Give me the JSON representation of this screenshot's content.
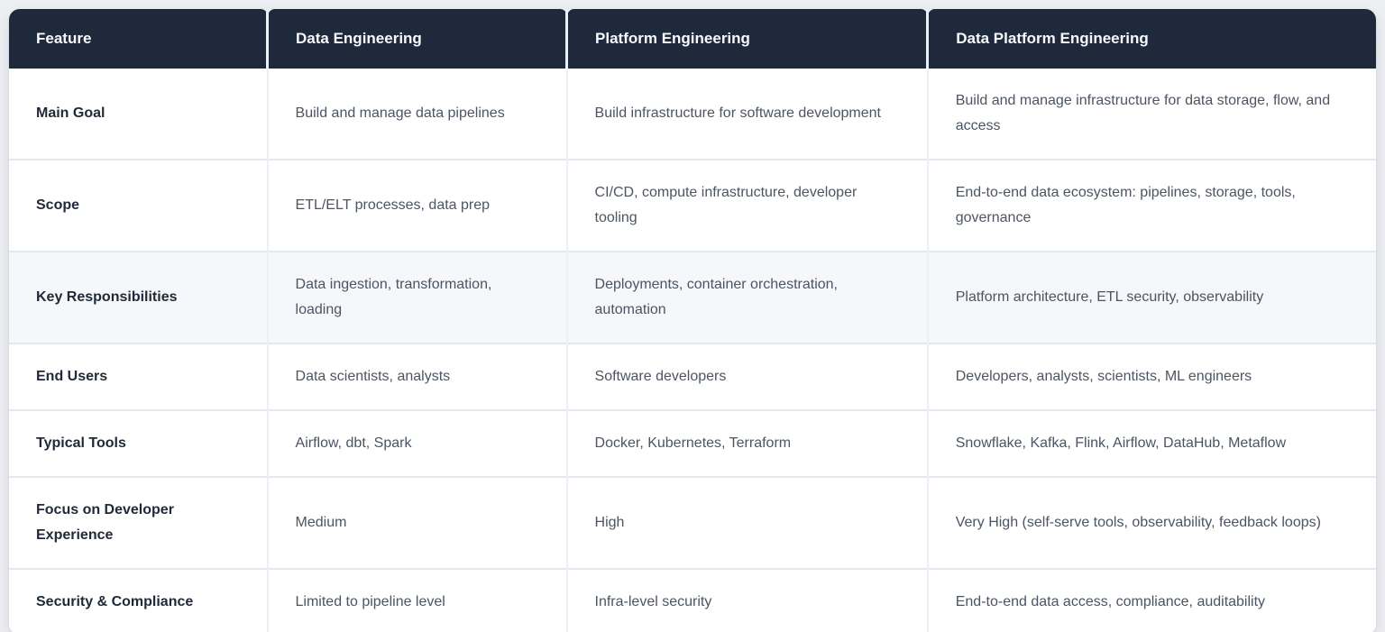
{
  "table": {
    "columns": [
      "Feature",
      "Data Engineering",
      "Platform Engineering",
      "Data Platform Engineering"
    ],
    "rows": [
      {
        "feature": "Main Goal",
        "highlighted": false,
        "cells": [
          "Build and manage data pipelines",
          "Build infrastructure for software development",
          "Build and manage infrastructure for data storage, flow, and access"
        ]
      },
      {
        "feature": "Scope",
        "highlighted": false,
        "cells": [
          "ETL/ELT processes, data prep",
          "CI/CD, compute infrastructure, developer tooling",
          "End-to-end data ecosystem: pipelines, storage, tools, governance"
        ]
      },
      {
        "feature": "Key Responsibilities",
        "highlighted": true,
        "cells": [
          "Data ingestion, transformation, loading",
          "Deployments, container orchestration, automation",
          "Platform architecture, ETL security, observability"
        ]
      },
      {
        "feature": "End Users",
        "highlighted": false,
        "cells": [
          "Data scientists, analysts",
          "Software developers",
          "Developers, analysts, scientists, ML engineers"
        ]
      },
      {
        "feature": "Typical Tools",
        "highlighted": false,
        "cells": [
          "Airflow, dbt, Spark",
          "Docker, Kubernetes, Terraform",
          "Snowflake, Kafka, Flink, Airflow, DataHub, Metaflow"
        ]
      },
      {
        "feature": "Focus on Developer Experience",
        "highlighted": false,
        "cells": [
          "Medium",
          "High",
          "Very High (self-serve tools, observability, feedback loops)"
        ]
      },
      {
        "feature": "Security & Compliance",
        "highlighted": false,
        "cells": [
          "Limited to pipeline level",
          "Infra-level security",
          "End-to-end data access, compliance, auditability"
        ]
      }
    ]
  },
  "colors": {
    "page_background": "#edeff3",
    "header_background": "#1e293b",
    "header_text": "#f7f9fb",
    "row_background": "#ffffff",
    "highlighted_row_background": "#f5f7fa",
    "feature_text": "#1f2937",
    "cell_text": "#4b5563",
    "row_border": "#e3e8ee",
    "column_border": "#eceff4"
  }
}
